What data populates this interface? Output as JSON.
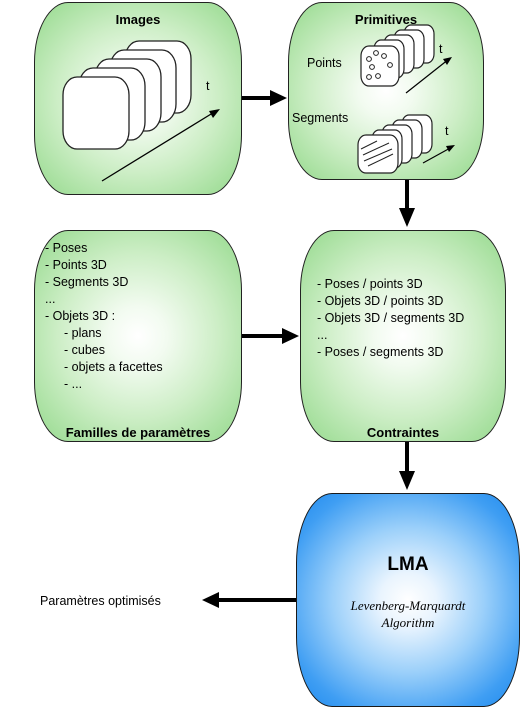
{
  "images": {
    "title": "Images",
    "t_label": "t"
  },
  "primitives": {
    "title": "Primitives",
    "points_label": "Points",
    "segments_label": "Segments",
    "t_label": "t"
  },
  "familles": {
    "title": "Familles de paramètres",
    "items": [
      "- Poses",
      "- Points 3D",
      "- Segments 3D",
      "...",
      "- Objets 3D :",
      "- plans",
      "- cubes",
      "- objets a facettes",
      "- ..."
    ]
  },
  "contraintes": {
    "title": "Contraintes",
    "items": [
      "- Poses / points 3D",
      "- Objets 3D / points 3D",
      "- Objets 3D / segments 3D",
      "...",
      "- Poses / segments 3D"
    ]
  },
  "lma": {
    "title": "LMA",
    "subtitle_line1": "Levenberg-Marquardt",
    "subtitle_line2": "Algorithm"
  },
  "output": {
    "label": "Paramètres optimisés"
  },
  "colors": {
    "panel_green": "#a7e09f",
    "panel_blue": "#1f8aee",
    "arrow": "#000000"
  }
}
